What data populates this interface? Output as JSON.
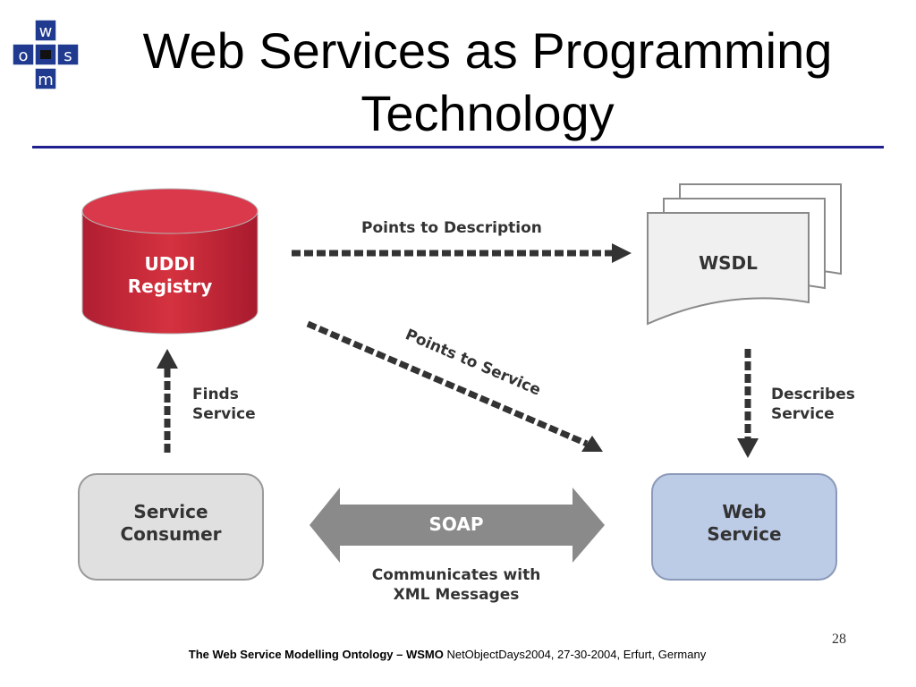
{
  "slide": {
    "title_line1": "Web Services as Programming",
    "title_line2": "Technology",
    "page_number": "28",
    "footer_bold": "The Web Service Modelling Ontology – WSMO",
    "footer_rest": " NetObjectDays2004, 27-30-2004, Erfurt, Germany"
  },
  "logo": {
    "letters": [
      "w",
      "s",
      "m",
      "o"
    ]
  },
  "diagram": {
    "uddi": {
      "line1": "UDDI",
      "line2": "Registry"
    },
    "wsdl": {
      "label": "WSDL"
    },
    "consumer": {
      "line1": "Service",
      "line2": "Consumer"
    },
    "webservice": {
      "line1": "Web",
      "line2": "Service"
    },
    "soap": {
      "label": "SOAP"
    },
    "edges": {
      "points_to_description": "Points to Description",
      "points_to_service": "Points to Service",
      "finds_line1": "Finds",
      "finds_line2": "Service",
      "describes_line1": "Describes",
      "describes_line2": "Service",
      "communicates_line1": "Communicates with",
      "communicates_line2": "XML Messages"
    }
  },
  "colors": {
    "rule": "#1f1f8f",
    "uddi": "#c8283c",
    "consumer": "#e0e0e0",
    "webservice": "#bccbe6",
    "soap": "#8a8a8a",
    "arrow": "#333333"
  }
}
